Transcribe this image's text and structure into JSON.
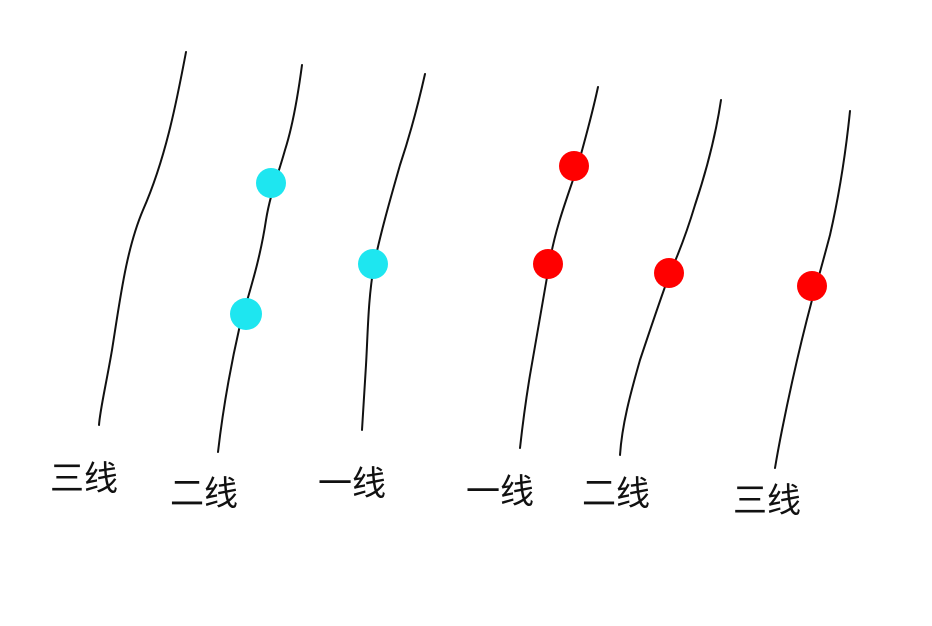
{
  "diagram": {
    "lines": [
      {
        "label": "三线",
        "dots": 0,
        "dot_color": ""
      },
      {
        "label": "二线",
        "dots": 2,
        "dot_color": "#1EE6F0"
      },
      {
        "label": "一线",
        "dots": 1,
        "dot_color": "#1EE6F0"
      },
      {
        "label": "一线",
        "dots": 2,
        "dot_color": "#FF0000"
      },
      {
        "label": "二线",
        "dots": 1,
        "dot_color": "#FF0000"
      },
      {
        "label": "三线",
        "dots": 1,
        "dot_color": "#FF0000"
      }
    ]
  }
}
